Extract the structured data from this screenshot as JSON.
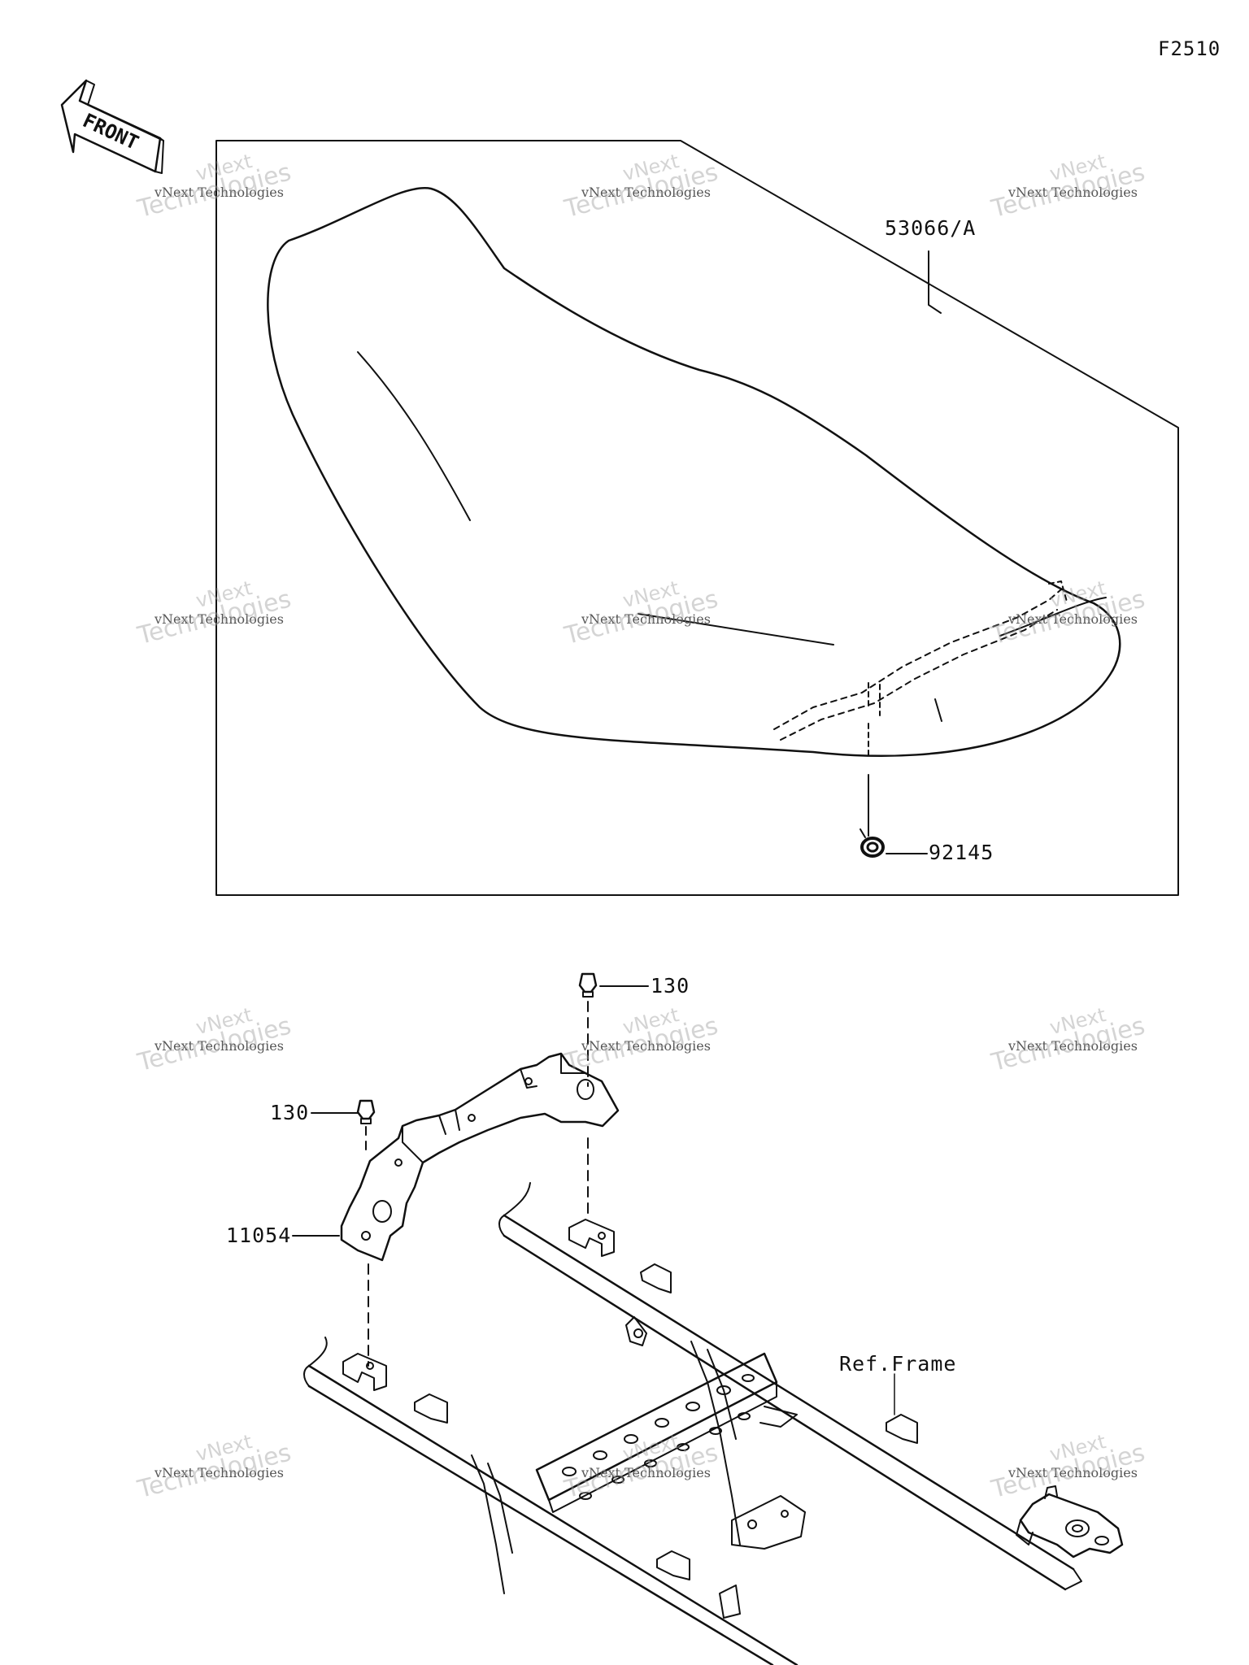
{
  "figure": {
    "code": "F2510",
    "direction_label": "FRONT"
  },
  "callouts": [
    {
      "id": "seat",
      "label": "53066/A"
    },
    {
      "id": "spring",
      "label": "92145"
    },
    {
      "id": "bolt-upper",
      "label": "130"
    },
    {
      "id": "bolt-left",
      "label": "130"
    },
    {
      "id": "bracket",
      "label": "11054"
    },
    {
      "id": "frame",
      "label": "Ref.Frame"
    }
  ],
  "watermark": {
    "line1": "vNext Technologies",
    "line2": "Technologies",
    "line3": "vNext"
  }
}
